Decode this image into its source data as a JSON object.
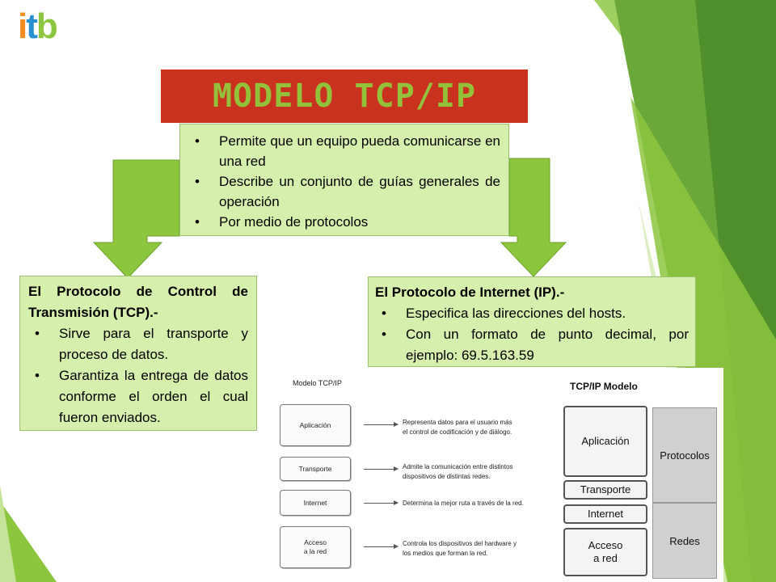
{
  "logo": {
    "text": "itb",
    "colors": {
      "i": "#f28c1e",
      "t": "#2a8fcf",
      "b": "#8cc63f"
    }
  },
  "title": "MODELO TCP/IP",
  "center_box": {
    "bullets": [
      "Permite que un equipo pueda comunicarse en una red",
      "Describe un conjunto de guías generales de operación",
      "Por medio de protocolos"
    ]
  },
  "left_box": {
    "heading": "El Protocolo de Control de Transmisión (TCP).-",
    "bullets": [
      "Sirve para el transporte y proceso de datos.",
      "Garantiza la entrega de datos conforme el orden el cual fueron enviados."
    ]
  },
  "right_box": {
    "heading": "El Protocolo de Internet (IP).-",
    "bullets": [
      "Especifica las direcciones del hosts.",
      "Con un formato de punto decimal, por ejemplo: 69.5.163.59"
    ]
  },
  "small_diagram": {
    "title": "Modelo TCP/IP",
    "layers": [
      {
        "name": "Aplicación",
        "desc_1": "Representa datos para el usuario más",
        "desc_2": "el control de codificación y de diálogo."
      },
      {
        "name": "Transporte",
        "desc_1": "Admite la comunicación entre distintos",
        "desc_2": "dispositivos de distintas redes."
      },
      {
        "name": "Internet",
        "desc_1": "Determina la mejor ruta a través de la red.",
        "desc_2": ""
      },
      {
        "name_1": "Acceso",
        "name_2": "a la red",
        "desc_1": "Controla los dispositivos del hardware y",
        "desc_2": "los medios que forman la red."
      }
    ]
  },
  "big_diagram": {
    "title": "TCP/IP Modelo",
    "layers": [
      "Aplicación",
      "Transporte",
      "Internet"
    ],
    "access_1": "Acceso",
    "access_2": "a red",
    "group_protocols": "Protocolos",
    "group_networks": "Redes"
  },
  "colors": {
    "title_bg": "#c8321f",
    "title_text": "#93c13a",
    "box_bg": "#d6efad",
    "arrow": "#8cc63f",
    "deco_dark": "#5e9a33",
    "deco_light": "#b8df7a"
  }
}
